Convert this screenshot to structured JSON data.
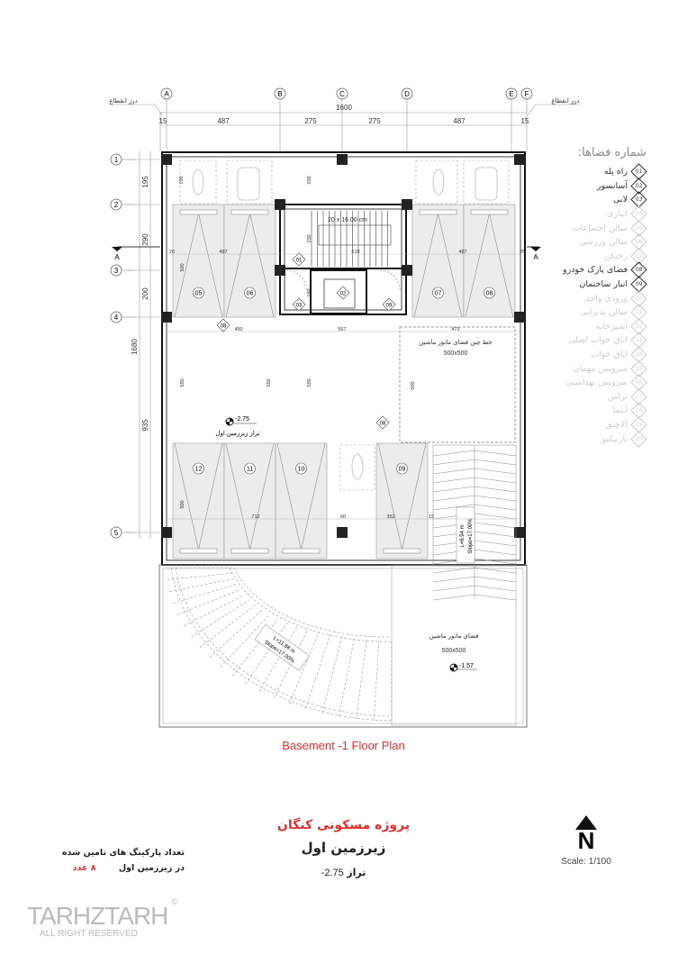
{
  "grid": {
    "columns": [
      "A",
      "B",
      "C",
      "D",
      "E",
      "F"
    ],
    "rows": [
      "1",
      "2",
      "3",
      "4",
      "5"
    ],
    "cut_label_left": "درز انقطاع",
    "cut_label_right": "درز انقطاع",
    "section_mark": "A"
  },
  "dimensions": {
    "total_width": "1600",
    "horizontal": [
      "15",
      "487",
      "275",
      "275",
      "487",
      "15"
    ],
    "total_height": "1680",
    "vertical": [
      "195",
      "290",
      "200",
      "935"
    ],
    "inner": {
      "d487a": "487",
      "d487b": "487",
      "d450": "450",
      "d567": "567",
      "d473": "473",
      "d500a": "500",
      "d500b": "500",
      "d500c": "500",
      "d550a": "550",
      "d550b": "550",
      "d550c": "550",
      "d712": "712",
      "d60": "60",
      "d352": "352",
      "d250": "250",
      "d180": "180",
      "d190": "190",
      "d510": "510",
      "d200": "200",
      "d15": "15",
      "d20": "20",
      "d25": "25",
      "d60b": "60"
    }
  },
  "stalls": [
    "05",
    "06",
    "07",
    "08",
    "12",
    "11",
    "10",
    "09"
  ],
  "room_tags": {
    "stair": "01",
    "elevator": "02",
    "lobby": "03",
    "storage": "09",
    "parking_a": "08",
    "parking_b": "08"
  },
  "stair_note": "20 x 16.00 cm",
  "car_waiting_top": {
    "label": "خط چین فضای مانور ماشین",
    "size": "500x500"
  },
  "car_waiting_bottom": {
    "label": "فضای مانور ماشین",
    "size": "500x500",
    "level": "-1.57"
  },
  "floor_level": {
    "value": "-2.75",
    "label": "تراز زیرزمین اول"
  },
  "ramp_straight": {
    "length": "L=6.94 m",
    "slope": "Slope=17.00%"
  },
  "ramp_curved": {
    "length": "L=11.88 m",
    "slope": "Slope=17.00%"
  },
  "legend": {
    "title": "شماره فضاها:",
    "items": [
      {
        "num": "01",
        "label": "راه پله",
        "active": true
      },
      {
        "num": "02",
        "label": "آسانسور",
        "active": true
      },
      {
        "num": "03",
        "label": "لابی",
        "active": true
      },
      {
        "num": "04",
        "label": "انباری",
        "active": false
      },
      {
        "num": "05",
        "label": "سالن اجتماعات",
        "active": false
      },
      {
        "num": "06",
        "label": "سالن ورزشی",
        "active": false
      },
      {
        "num": "07",
        "label": "رختکن",
        "active": false
      },
      {
        "num": "08",
        "label": "فضای پارک خودرو",
        "active": true
      },
      {
        "num": "09",
        "label": "انبار ساختمان",
        "active": true
      },
      {
        "num": "10",
        "label": "ورودی واحد",
        "active": false
      },
      {
        "num": "11",
        "label": "سالن پذیرایی",
        "active": false
      },
      {
        "num": "12",
        "label": "آشپزخانه",
        "active": false
      },
      {
        "num": "13",
        "label": "اتاق خواب اصلی",
        "active": false
      },
      {
        "num": "14",
        "label": "اتاق خواب",
        "active": false
      },
      {
        "num": "15",
        "label": "سرویس مهمان",
        "active": false
      },
      {
        "num": "16",
        "label": "سرویس بهداشتی",
        "active": false
      },
      {
        "num": "17",
        "label": "تراس",
        "active": false
      },
      {
        "num": "18",
        "label": "آبنما",
        "active": false
      },
      {
        "num": "19",
        "label": "آلاچیق",
        "active": false
      },
      {
        "num": "20",
        "label": "باربیکیو",
        "active": false
      }
    ]
  },
  "plan_title": "Basement -1 Floor Plan",
  "project": {
    "name": "پروژه مسکونی کنگان",
    "floor": "زیرزمین اول",
    "level_label": "تراز",
    "level_value": "-2.75"
  },
  "parking_count": {
    "line1": "تعداد پارکینگ های تامین شده",
    "line2": "در زیرزمین اول",
    "value": "۸ عدد"
  },
  "north": {
    "letter": "N",
    "scale": "Scale: 1/100"
  },
  "logo": {
    "text": "TARHZTARH",
    "sub": "ALL RIGHT RESERVED",
    "mark": "©"
  },
  "colors": {
    "title_red": "#e03030",
    "stall_fill": "#ececec",
    "wall": "#111111"
  }
}
